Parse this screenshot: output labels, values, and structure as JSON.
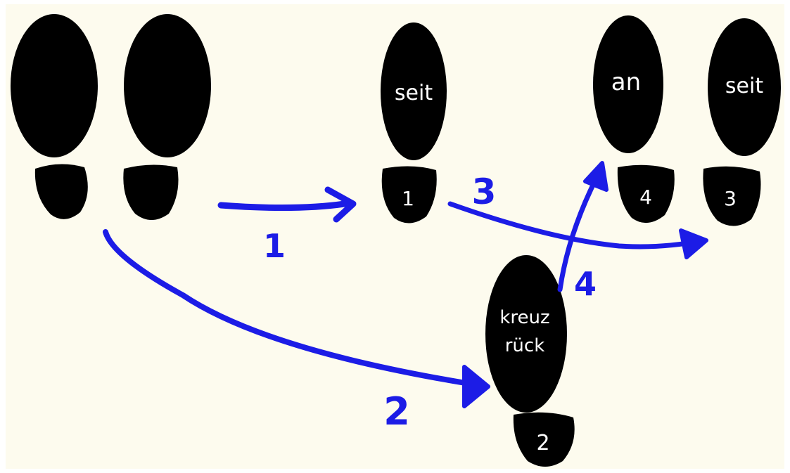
{
  "colors": {
    "background": "#fdfbee",
    "foot": "#000000",
    "arrow": "#1c1ce6",
    "foot_text": "#ffffff"
  },
  "feet": {
    "seit_1": {
      "sole_label": "seit",
      "heel_label": "1"
    },
    "an_4": {
      "sole_label": "an",
      "heel_label": "4"
    },
    "seit_3": {
      "sole_label": "seit",
      "heel_label": "3"
    },
    "kreuz_2": {
      "sole_label_line1": "kreuz",
      "sole_label_line2": "rück",
      "heel_label": "2"
    }
  },
  "arrows": {
    "step1": "1",
    "step2": "2",
    "step3": "3",
    "step4": "4"
  }
}
